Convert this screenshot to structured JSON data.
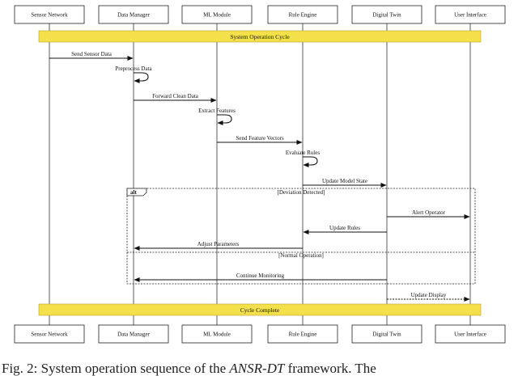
{
  "participants": [
    {
      "id": "sn",
      "name": "Sensor Network"
    },
    {
      "id": "dm",
      "name": "Data Manager"
    },
    {
      "id": "ml",
      "name": "ML Module"
    },
    {
      "id": "re",
      "name": "Rule Engine"
    },
    {
      "id": "dt",
      "name": "Digital Twin"
    },
    {
      "id": "ui",
      "name": "User Interface"
    }
  ],
  "banners": {
    "start": "System Operation Cycle",
    "end": "Cycle Complete"
  },
  "messages": [
    {
      "from": "sn",
      "to": "dm",
      "label": "Send Sensor Data"
    },
    {
      "from": "dm",
      "to": "dm",
      "label": "Preprocess Data"
    },
    {
      "from": "dm",
      "to": "ml",
      "label": "Forward Clean Data"
    },
    {
      "from": "ml",
      "to": "ml",
      "label": "Extract Features"
    },
    {
      "from": "ml",
      "to": "re",
      "label": "Send Feature Vectors"
    },
    {
      "from": "re",
      "to": "re",
      "label": "Evaluate Rules"
    },
    {
      "from": "re",
      "to": "dt",
      "label": "Update Model State"
    },
    {
      "from": "dt",
      "to": "ui",
      "label": "Alert Operator"
    },
    {
      "from": "dt",
      "to": "re",
      "label": "Update Rules"
    },
    {
      "from": "re",
      "to": "dm",
      "label": "Adjust Parameters"
    },
    {
      "from": "dt",
      "to": "dm",
      "label": "Continue Monitoring"
    },
    {
      "from": "dt",
      "to": "ui",
      "label": "Update Display",
      "dashed": true
    }
  ],
  "alt_fragment": {
    "keyword": "alt",
    "guard_1": "[Deviation Detected]",
    "guard_2": "[Normal Operation]"
  },
  "caption": {
    "prefix": "Fig. 2: System operation sequence of the ",
    "italic": "ANSR-DT",
    "suffix": " framework. The"
  }
}
